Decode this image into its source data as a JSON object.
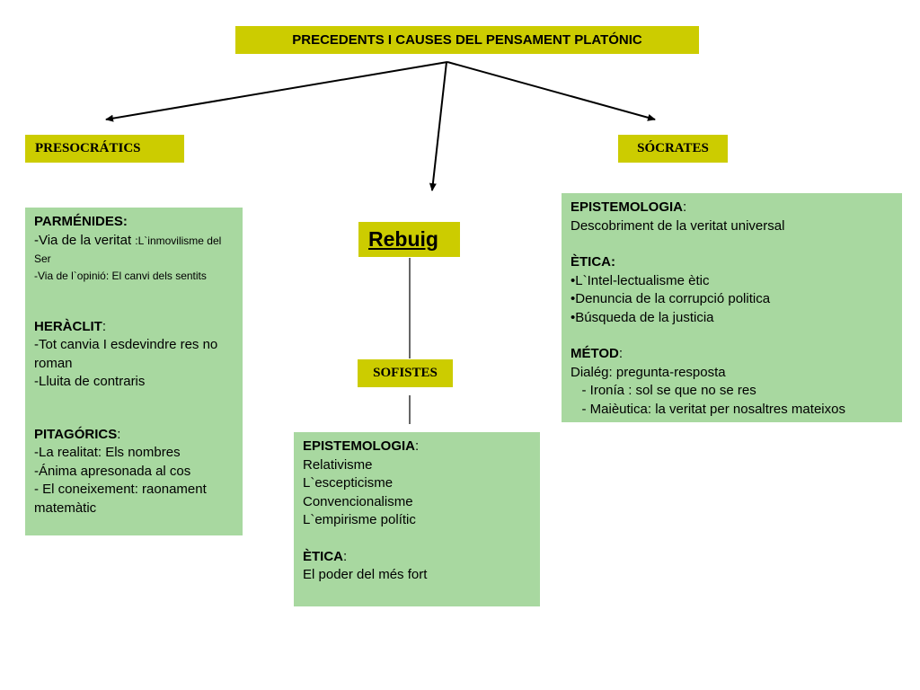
{
  "title": "PRECEDENTS I CAUSES DEL PENSAMENT PLATÓNIC",
  "presocratics": "PRESOCRÁTICS",
  "socrates": "SÓCRATES",
  "rebuig": "Rebuig",
  "sofistes": "SOFISTES",
  "left_box": {
    "parmenides_h": "PARMÉNIDES:",
    "parmenides_l1a": "-Via de la veritat ",
    "parmenides_l1b": ":L`inmovilisme del Ser",
    "parmenides_l2": "-Via de l`opinió: El canvi dels sentits",
    "heraclit_h": "HERÀCLIT",
    "heraclit_l1": "-Tot canvia I esdevindre res no roman",
    "heraclit_l2": "-Lluita de contraris",
    "pitagorics_h": "PITAGÓRICS",
    "pitagorics_l1": "-La realitat: Els nombres",
    "pitagorics_l2": "-Ánima apresonada al cos",
    "pitagorics_l3": "- El coneixement: raonament matemàtic"
  },
  "mid_box": {
    "epist_h": "EPISTEMOLOGIA",
    "items": [
      "Relativisme",
      "L`escepticisme",
      "Convencionalisme",
      "L`empirisme polític"
    ],
    "etica_h": "ÈTICA",
    "etica_l1": "El poder del més fort"
  },
  "right_box": {
    "epist_h": "EPISTEMOLOGIA",
    "epist_l1": "Descobriment de la veritat universal",
    "etica_h": "ÈTICA:",
    "etica_items": [
      "•L`Intel-lectualisme ètic",
      "•Denuncia de la corrupció politica",
      "•Búsqueda de la justicia"
    ],
    "metod_h": "MÉTOD",
    "metod_l1": "Dialég: pregunta-resposta",
    "metod_l2": "   - Ironía : sol se que no se res",
    "metod_l3": "   - Maièutica: la veritat per nosaltres mateixos"
  }
}
